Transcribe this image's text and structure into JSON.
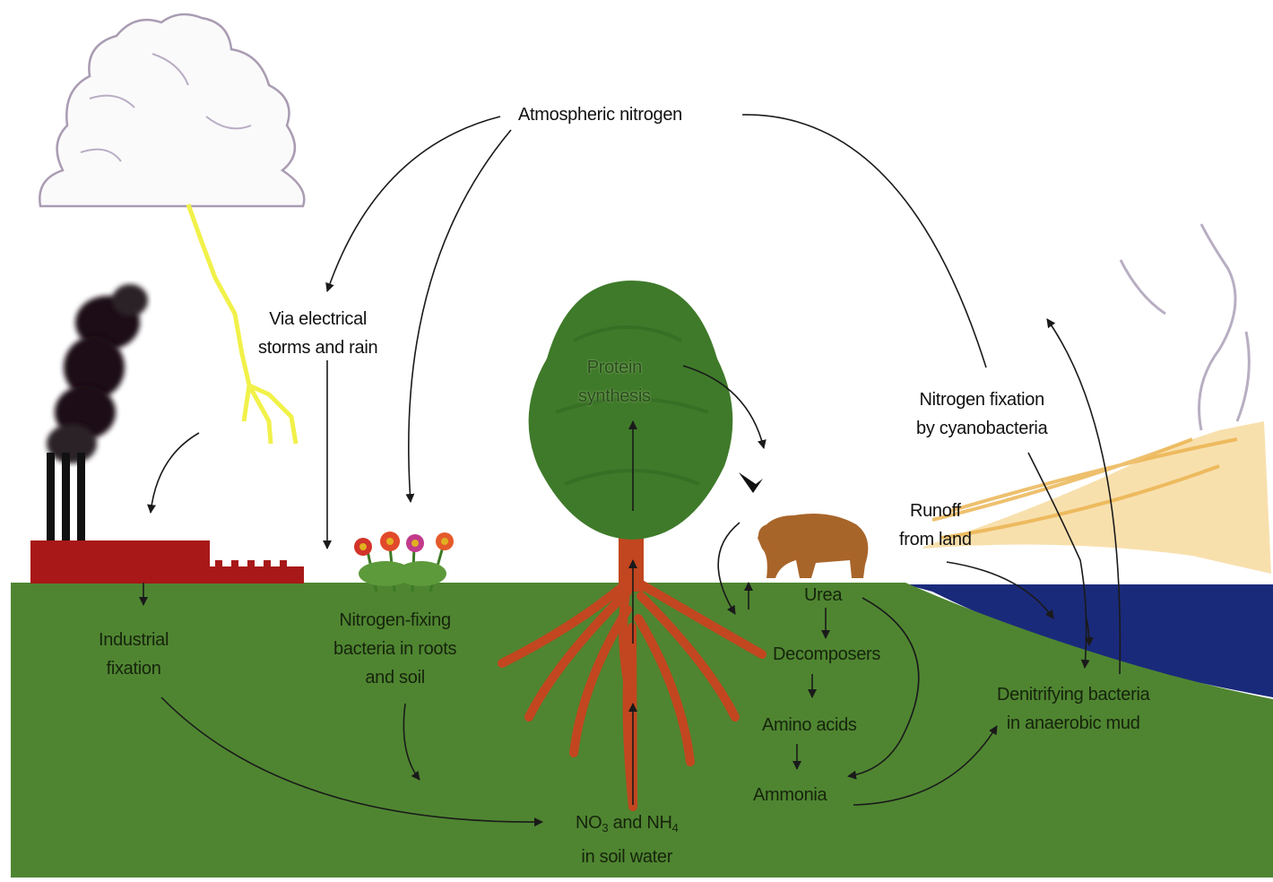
{
  "colors": {
    "ground": "#4f8531",
    "water": "#1a2a7a",
    "tree": "#3f7a2a",
    "roots": "#c2461f",
    "factory": "#a81818",
    "lightning": "#f1f14a",
    "bear": "#a8652a",
    "ash": "#f3c66a",
    "arrow": "#1a1a1a"
  },
  "icons": [
    "storm-cloud-icon",
    "lightning-bolt-icon",
    "factory-icon",
    "smoke-plume-icon",
    "flowers-icon",
    "tree-icon",
    "bird-icon",
    "bear-icon",
    "volcano-icon",
    "ocean-icon"
  ],
  "labels": {
    "atmospheric": "Atmospheric nitrogen",
    "via_line1": "Via electrical",
    "via_line2": "storms and rain",
    "protein_line1": "Protein",
    "protein_line2": "synthesis",
    "fixation_line1": "Nitrogen fixation",
    "fixation_line2": "by cyanobacteria",
    "runoff_line1": "Runoff",
    "runoff_line2": "from land",
    "industrial_line1": "Industrial",
    "industrial_line2": "fixation",
    "bacteria_line1": "Nitrogen-fixing",
    "bacteria_line2": "bacteria in roots",
    "bacteria_line3": "and soil",
    "urea": "Urea",
    "decomposers": "Decomposers",
    "amino": "Amino acids",
    "ammonia": "Ammonia",
    "denitrifying_line1": "Denitrifying bacteria",
    "denitrifying_line2": "in anaerobic mud",
    "soil_no": "NO",
    "soil_no_sub": "3",
    "soil_and": " and NH",
    "soil_nh_sub": "4",
    "soil_line2": "in soil water"
  }
}
